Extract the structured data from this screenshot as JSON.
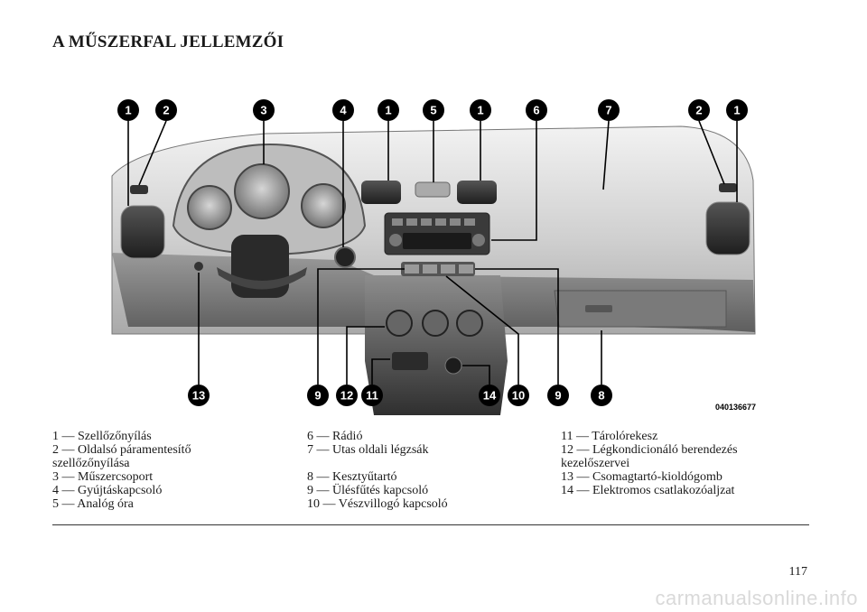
{
  "page": {
    "title": "A MŰSZERFAL JELLEMZŐI",
    "page_number": "117",
    "watermark": "carmanualsonline.info"
  },
  "figure": {
    "image_code": "040136677",
    "callouts_top": [
      "1",
      "2",
      "3",
      "4",
      "1",
      "5",
      "1",
      "6",
      "7",
      "2",
      "1"
    ],
    "callouts_bottom": [
      "13",
      "9",
      "12",
      "11",
      "14",
      "10",
      "9",
      "8"
    ]
  },
  "legend": {
    "column1": [
      "1 — Szellőzőnyílás",
      "2 — Oldalsó páramentesítő",
      "szellőzőnyílása",
      "3 — Műszercsoport",
      "4 — Gyújtáskapcsoló",
      "5 — Analóg óra"
    ],
    "column2": [
      "6 — Rádió",
      "7 — Utas oldali légzsák",
      "",
      "8 — Kesztyűtartó",
      "9 — Ülésfűtés kapcsoló",
      "10 — Vészvillogó kapcsoló"
    ],
    "column3": [
      "11 — Tárolórekesz",
      "12 — Légkondicionáló berendezés",
      "kezelőszervei",
      "13 — Csomagtartó-kioldógomb",
      "14 — Elektromos csatlakozóaljzat",
      ""
    ]
  }
}
